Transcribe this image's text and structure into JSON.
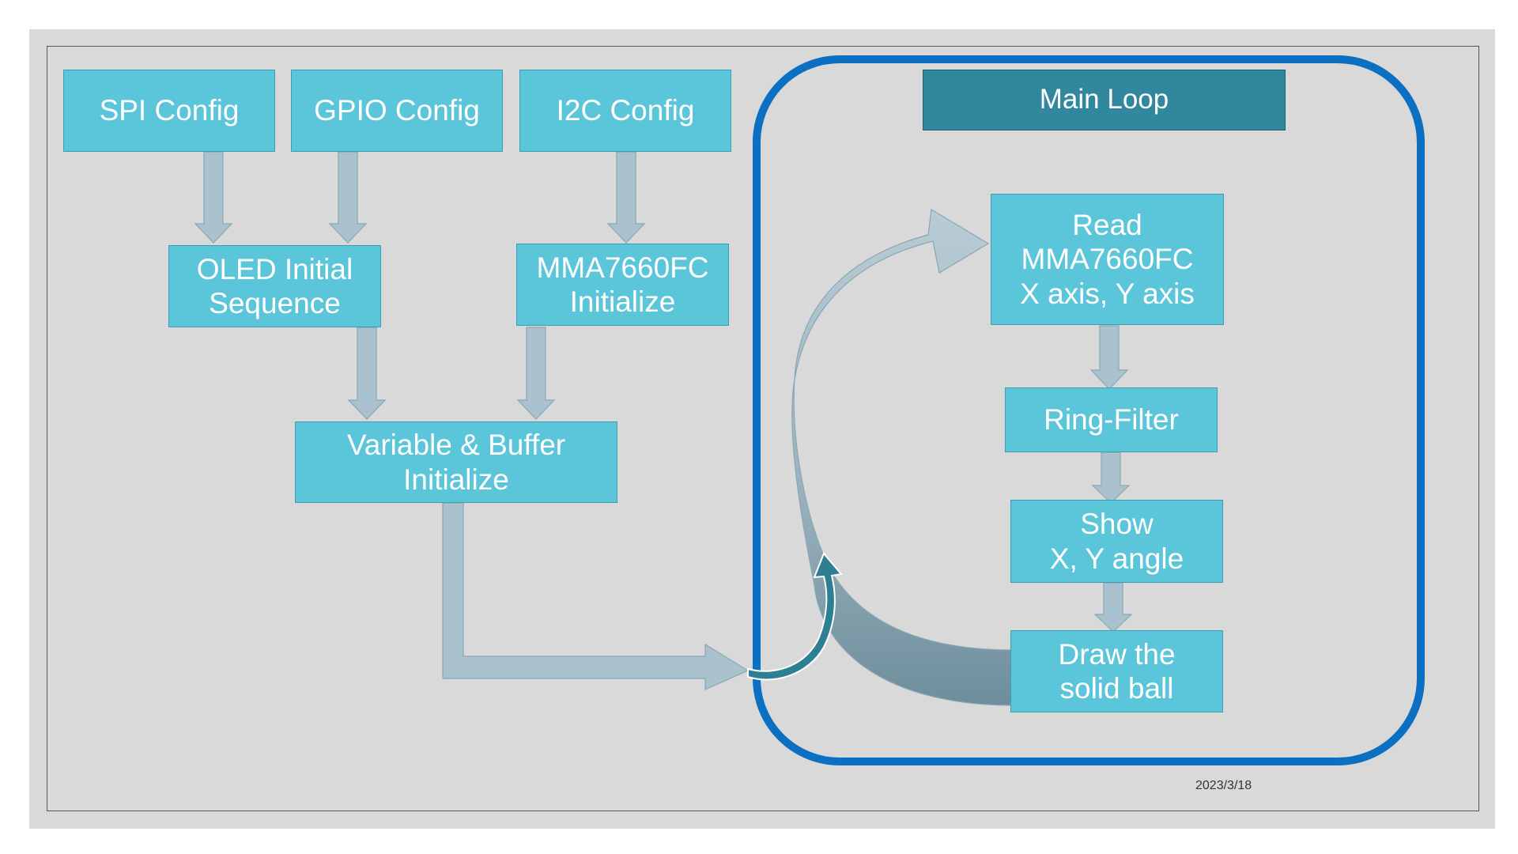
{
  "init": {
    "spi_config": "SPI Config",
    "gpio_config": "GPIO Config",
    "i2c_config": "I2C Config",
    "oled_init": "OLED Initial\nSequence",
    "mma_init": "MMA7660FC\nInitialize",
    "var_buffer_init": "Variable & Buffer\nInitialize"
  },
  "main_loop": {
    "title": "Main Loop",
    "read_axes": "Read\nMMA7660FC\nX axis, Y axis",
    "ring_filter": "Ring-Filter",
    "show_angle": "Show\nX, Y angle",
    "draw_ball": "Draw the\nsolid ball"
  },
  "footer": {
    "date": "2023/3/18"
  },
  "colors": {
    "box_fill": "#5bc5d9",
    "title_fill": "#31879d",
    "loop_border": "#0b6fc2",
    "arrow_fill": "#a9c2cd",
    "background": "#d9d9d9"
  }
}
